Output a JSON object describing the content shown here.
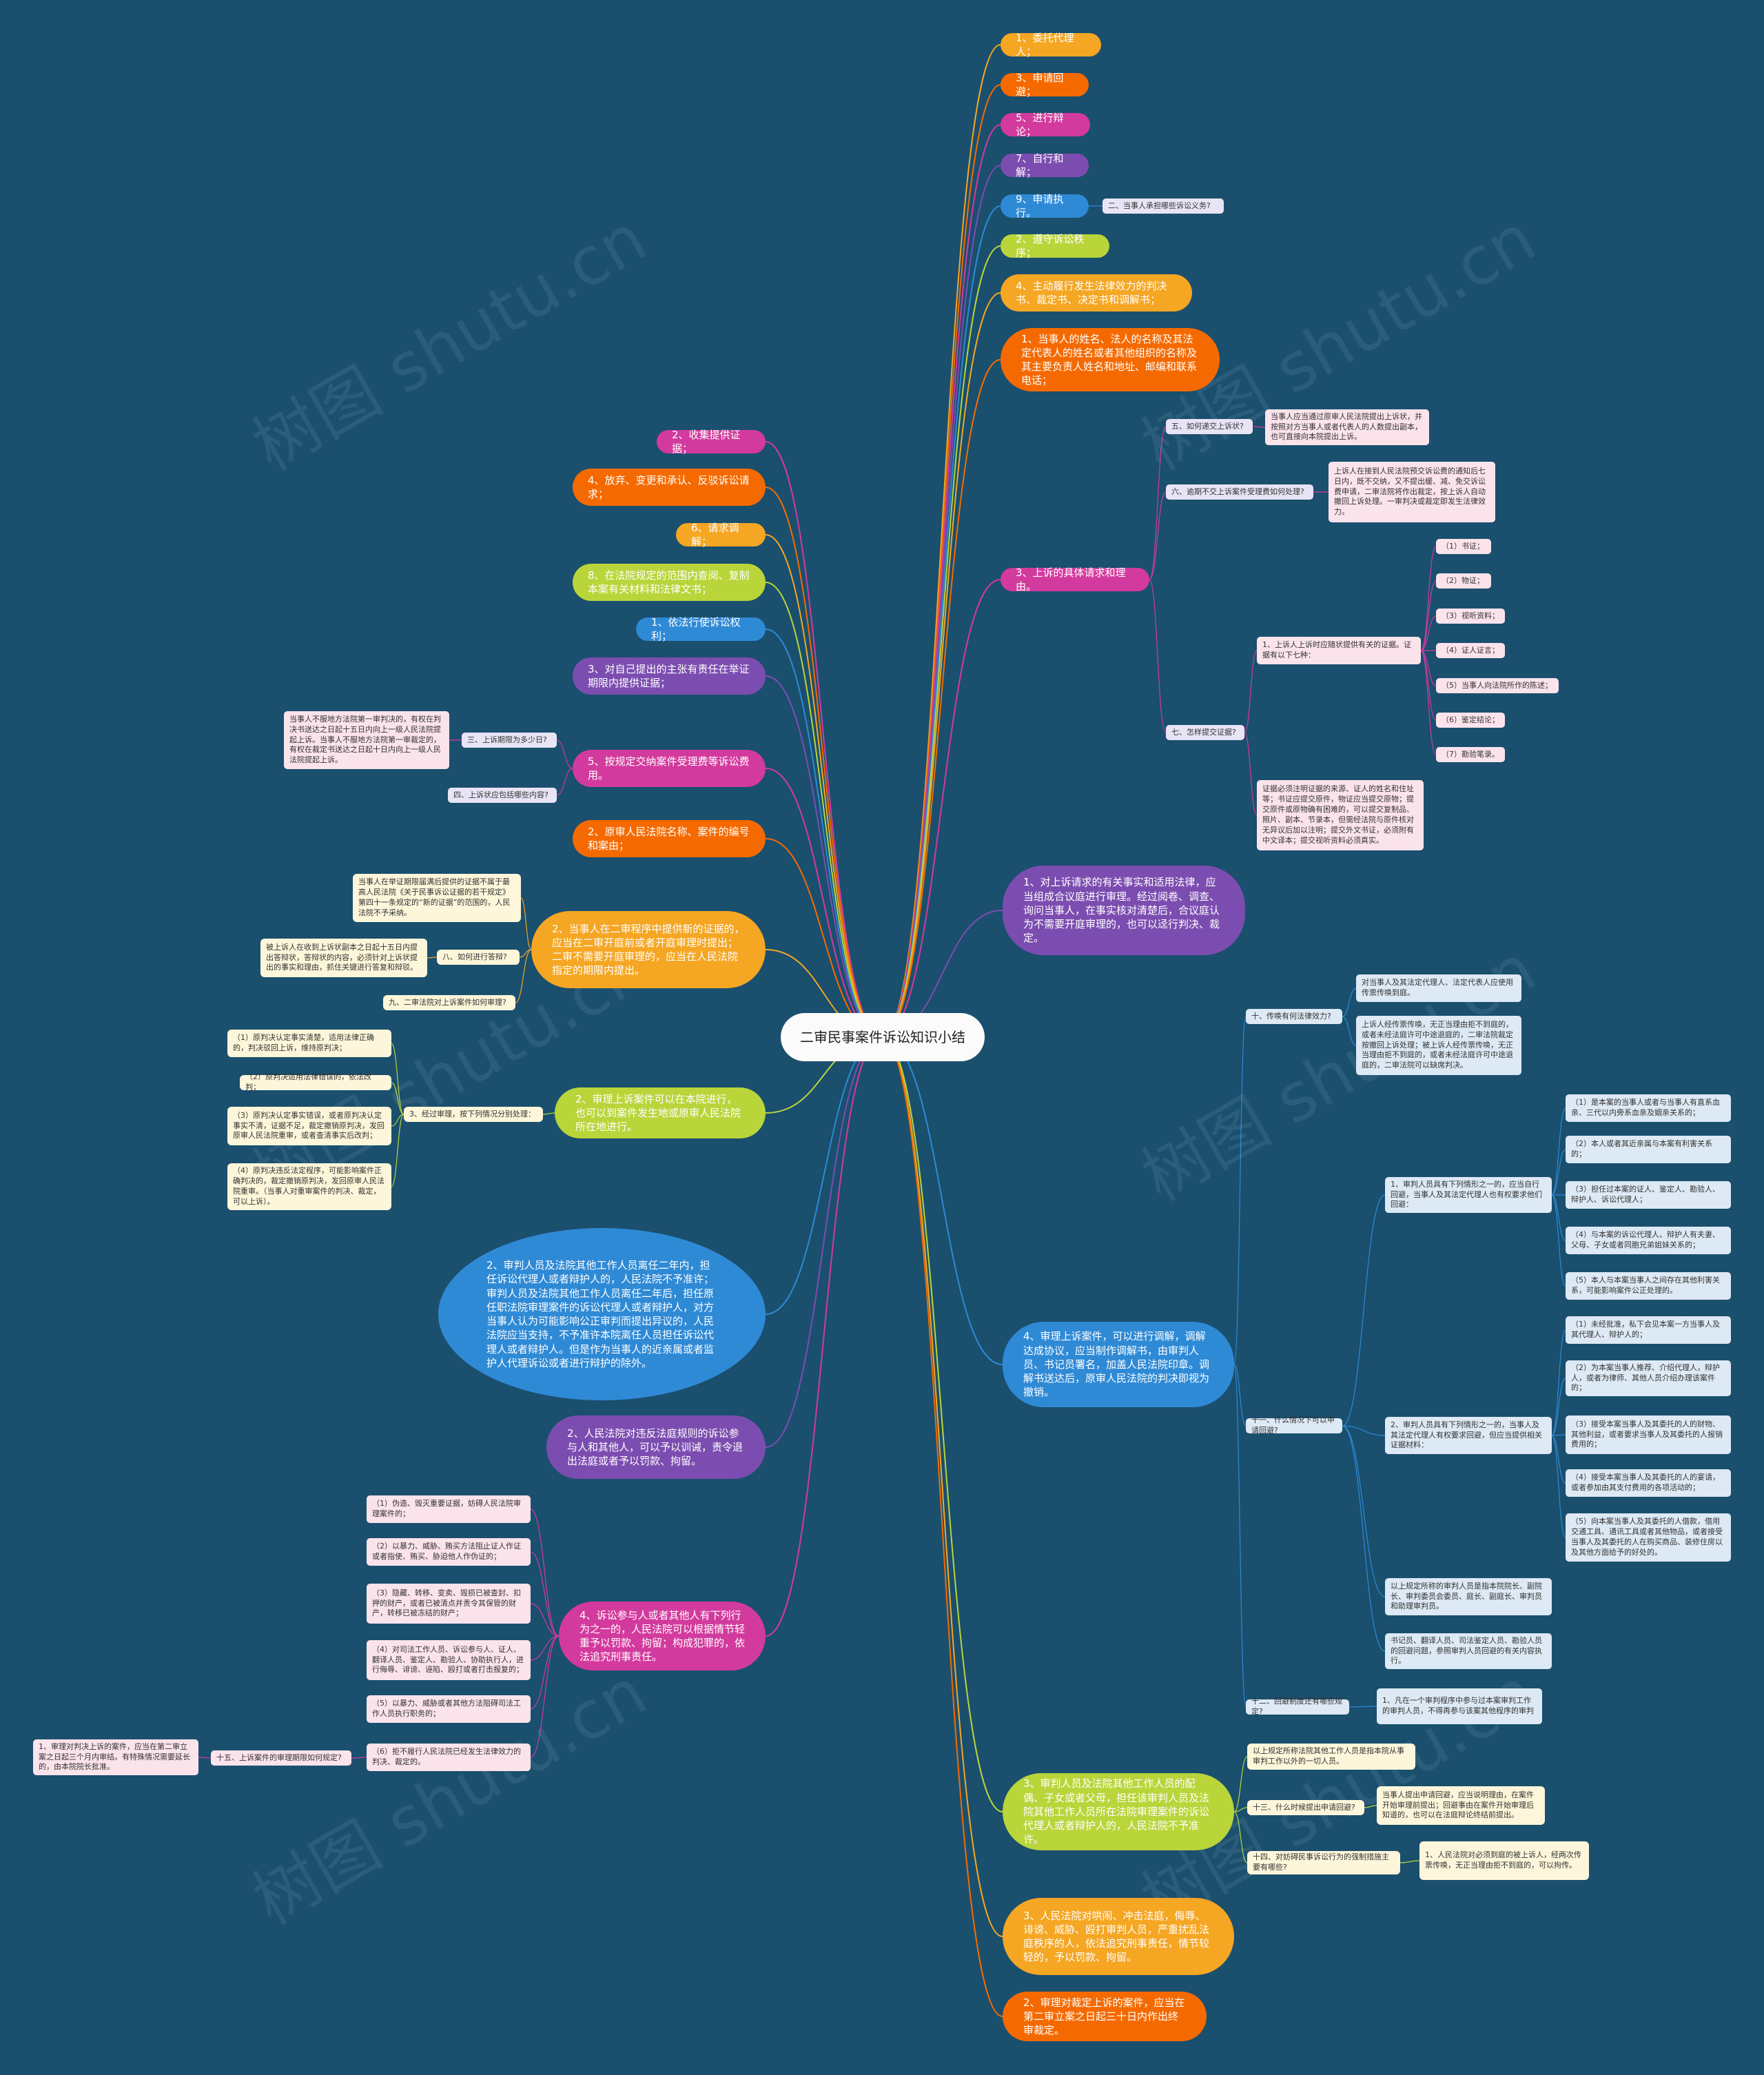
{
  "center": "二审民事案件诉讼知识小结",
  "watermark": "树图 shutu.cn",
  "right": [
    {
      "text": "1、委托代理人；",
      "color": "#f5a623"
    },
    {
      "text": "3、申请回避；",
      "color": "#f56a00"
    },
    {
      "text": "5、进行辩论；",
      "color": "#d33a9d"
    },
    {
      "text": "7、自行和解；",
      "color": "#7c4db0"
    },
    {
      "text": "9、申请执行。",
      "color": "#2f8ad6",
      "child": "二、当事人承担哪些诉讼义务?"
    },
    {
      "text": "2、遵守诉讼秩序；",
      "color": "#b9d53a"
    },
    {
      "text": "4、主动履行发生法律效力的判决书、裁定书、决定书和调解书；",
      "color": "#f5a623"
    },
    {
      "text": "1、当事人的姓名、法人的名称及其法定代表人的姓名或者其他组织的名称及其主要负责人姓名和地址、邮编和联系电话；",
      "color": "#f56a00"
    },
    {
      "text": "3、上诉的具体请求和理由。",
      "color": "#d33a9d"
    },
    {
      "text": "1、对上诉请求的有关事实和适用法律，应当组成合议庭进行审理。经过阅卷、调查、询问当事人，在事实核对清楚后，合议庭认为不需要开庭审理的，也可以迳行判决、裁定。",
      "color": "#7c4db0"
    },
    {
      "text": "4、审理上诉案件，可以进行调解，调解达成协议，应当制作调解书，由审判人员、书记员署名，加盖人民法院印章。调解书送达后，原审人民法院的判决即视为撤销。",
      "color": "#2f8ad6"
    },
    {
      "text": "3、审判人员及法院其他工作人员的配偶、子女或者父母，担任该审判人员及法院其他工作人员所在法院审理案件的诉讼代理人或者辩护人的，人民法院不予准许。",
      "color": "#b9d53a"
    },
    {
      "text": "3、人民法院对哄闹、冲击法庭，侮辱、诽谤、威胁、殴打审判人员，严重扰乱法庭秩序的人，依法追究刑事责任，情节较轻的，予以罚款、拘留。",
      "color": "#f5a623"
    },
    {
      "text": "2、审理对裁定上诉的案件，应当在第二审立案之日起三十日内作出终审裁定。",
      "color": "#f56a00"
    }
  ],
  "left": [
    {
      "text": "2、收集提供证据；",
      "color": "#d33a9d"
    },
    {
      "text": "4、放弃、变更和承认、反驳诉讼请求；",
      "color": "#f56a00"
    },
    {
      "text": "6、请求调解；",
      "color": "#f5a623"
    },
    {
      "text": "8、在法院规定的范围内查阅、复制本案有关材料和法律文书；",
      "color": "#b9d53a"
    },
    {
      "text": "1、依法行使诉讼权利；",
      "color": "#2f8ad6"
    },
    {
      "text": "3、对自己提出的主张有责任在举证期限内提供证据；",
      "color": "#7c4db0"
    },
    {
      "text": "5、按规定交纳案件受理费等诉讼费用。",
      "color": "#d33a9d"
    },
    {
      "text": "2、原审人民法院名称、案件的编号和案由；",
      "color": "#f56a00"
    },
    {
      "text": "2、当事人在二审程序中提供新的证据的，应当在二审开庭前或者开庭审理时提出；二审不需要开庭审理的，应当在人民法院指定的期限内提出。",
      "color": "#f5a623"
    },
    {
      "text": "2、审理上诉案件可以在本院进行，也可以到案件发生地或原审人民法院所在地进行。",
      "color": "#b9d53a"
    },
    {
      "text": "2、审判人员及法院其他工作人员离任二年内，担任诉讼代理人或者辩护人的，人民法院不予准许；审判人员及法院其他工作人员离任二年后，担任原任职法院审理案件的诉讼代理人或者辩护人，对方当事人认为可能影响公正审判而提出异议的，人民法院应当支持，不予准许本院离任人员担任诉讼代理人或者辩护人。但是作为当事人的近亲属或者监护人代理诉讼或者进行辩护的除外。",
      "color": "#2f8ad6"
    },
    {
      "text": "2、人民法院对违反法庭规则的诉讼参与人和其他人，可以予以训诫，责令退出法庭或者予以罚款、拘留。",
      "color": "#7c4db0"
    },
    {
      "text": "4、诉讼参与人或者其他人有下列行为之一的，人民法院可以根据情节轻重予以罚款、拘留；构成犯罪的，依法追究刑事责任。",
      "color": "#d33a9d"
    }
  ],
  "sub": {
    "q5": "五、如何递交上诉状?",
    "q5a": "当事人应当通过原审人民法院提出上诉状，并按照对方当事人或者代表人的人数提出副本，也可直接向本院提出上诉。",
    "q6": "六、逾期不交上诉案件受理费如何处理?",
    "q6a": "上诉人在接到人民法院预交诉讼费的通知后七日内，既不交纳，又不提出缓、减、免交诉讼费申请，二审法院将作出裁定，按上诉人自动撤回上诉处理。一审判决或裁定即发生法律效力。",
    "q7": "七、怎样提交证据?",
    "q7a": "1、上诉人上诉时应随状提供有关的证据。证据有以下七种：",
    "q7items": [
      "（1）书证；",
      "（2）物证；",
      "（3）视听资料；",
      "（4）证人证言；",
      "（5）当事人向法院所作的陈述；",
      "（6）鉴定结论；",
      "（7）勘验笔录。"
    ],
    "q7b": "证据必须注明证据的来源、证人的姓名和住址等；书证应提交原件，物证应当提交原物；提交原件或原物确有困难的，可以提交复制品、照片、副本、节录本，但需经法院与原件核对无异议后加以注明；提交外文书证，必须附有中文译本；提交视听资料必须真实。",
    "q3": "三、上诉期限为多少日?",
    "q3a": "当事人不服地方法院第一审判决的，有权在判决书送达之日起十五日内向上一级人民法院提起上诉。当事人不服地方法院第一审裁定的，有权在裁定书送达之日起十日内向上一级人民法院提起上诉。",
    "q4": "四、上诉状应包括哪些内容?",
    "q8": "八、如何进行答辩?",
    "q8a": "被上诉人在收到上诉状副本之日起十五日内提出答辩状，答辩状的内容，必须针对上诉状提出的事实和理由，抓住关键进行答复和辩驳。",
    "q8n": "当事人在举证期限届满后提供的证据不属于最高人民法院《关于民事诉讼证据的若干规定》第四十一条规定的“新的证据”的范围的，人民法院不予采纳。",
    "q9": "九、二审法院对上诉案件如何审理?",
    "hear": "3、经过审理，按下列情况分别处理：",
    "hearItems": [
      "（1）原判决认定事实清楚，适用法律正确的，判决驳回上诉，维持原判决；",
      "（2）原判决适用法律错误的，依法改判；",
      "（3）原判决认定事实错误，或者原判决认定事实不清，证据不足，裁定撤销原判决，发回原审人民法院重审，或者查清事实后改判；",
      "（4）原判决违反法定程序，可能影响案件正确判决的，裁定撤销原判决，发回原审人民法院重审。（当事人对重审案件的判决、裁定，可以上诉）。"
    ],
    "acts": [
      "（1）伪造、毁灭重要证据，妨碍人民法院审理案件的；",
      "（2）以暴力、威胁、贿买方法阻止证人作证或者指使、贿买、胁迫他人作伪证的；",
      "（3）隐藏、转移、变卖、毁损已被查封、扣押的财产，或者已被清点并责令其保管的财产，转移已被冻结的财产；",
      "（4）对司法工作人员、诉讼参与人、证人、翻译人员、鉴定人、勘验人、协助执行人，进行侮辱、诽谤、诬陷、殴打或者打击报复的；",
      "（5）以暴力、威胁或者其他方法阻碍司法工作人员执行职务的；",
      "（6）拒不履行人民法院已经发生法律效力的判决、裁定的。"
    ],
    "q15": "十五、上诉案件的审理期限如何规定?",
    "q15a": "1、审理对判决上诉的案件，应当在第二审立案之日起三个月内审结。有特殊情况需要延长的，由本院院长批准。",
    "q10": "十、传唤有何法律效力?",
    "q10a": "对当事人及其法定代理人、法定代表人应使用传票传唤到庭。",
    "q10b": "上诉人经传票传唤，无正当理由拒不到庭的，或者未经法庭许可中途退庭的，二审法院裁定按撤回上诉处理；被上诉人经传票传唤，无正当理由拒不到庭的，或者未经法庭许可中途退庭的，二审法院可以缺席判决。",
    "q11": "十一、什么情况下可以申请回避?",
    "q11a": "1、审判人员具有下列情形之一的，应当自行回避，当事人及其法定代理人也有权要求他们回避：",
    "q11aItems": [
      "（1）是本案的当事人或者与当事人有直系血亲、三代以内旁系血亲及姻亲关系的；",
      "（2）本人或者其近亲属与本案有利害关系的；",
      "（3）担任过本案的证人、鉴定人、勘验人、辩护人、诉讼代理人；",
      "（4）与本案的诉讼代理人、辩护人有夫妻、父母、子女或者同胞兄弟姐妹关系的；",
      "（5）本人与本案当事人之间存在其他利害关系，可能影响案件公正处理的。"
    ],
    "q11b": "2、审判人员具有下列情形之一的，当事人及其法定代理人有权要求回避，但应当提供相关证据材料：",
    "q11bItems": [
      "（1）未经批准，私下会见本案一方当事人及其代理人、辩护人的；",
      "（2）为本案当事人推荐、介绍代理人，辩护人，或者为律师、其他人员介绍办理该案件的；",
      "（3）接受本案当事人及其委托的人的财物、其他利益，或者要求当事人及其委托的人报销费用的；",
      "（4）接受本案当事人及其委托的人的宴请，或者参加由其支付费用的各项活动的；",
      "（5）向本案当事人及其委托的人借款，借用交通工具、通讯工具或者其他物品，或者接受当事人及其委托的人在购买商品、装修住房以及其他方面给予的好处的。"
    ],
    "q11c": "以上规定所称的审判人员是指本院院长、副院长、审判委员会委员、庭长、副庭长、审判员和助理审判员。",
    "q11d": "书记员、翻译人员、司法鉴定人员、勘验人员的回避问题，参照审判人员回避的有关内容执行。",
    "q12": "十二、回避制度还有哪些规定?",
    "q12a": "1、凡在一个审判程序中参与过本案审判工作的审判人员，不得再参与该案其他程序的审判",
    "q12b": "以上规定所称法院其他工作人员是指本院从事审判工作以外的一切人员。",
    "q13": "十三、什么时候提出申请回避?",
    "q13a": "当事人提出申请回避，应当说明理由，在案件开始审理前提出；回避事由在案件开始审理后知道的，也可以在法庭辩论终结前提出。",
    "q14": "十四、对妨碍民事诉讼行为的强制措施主要有哪些?",
    "q14a": "1、人民法院对必须到庭的被上诉人，经两次传票传唤，无正当理由拒不到庭的，可以拘传。"
  }
}
